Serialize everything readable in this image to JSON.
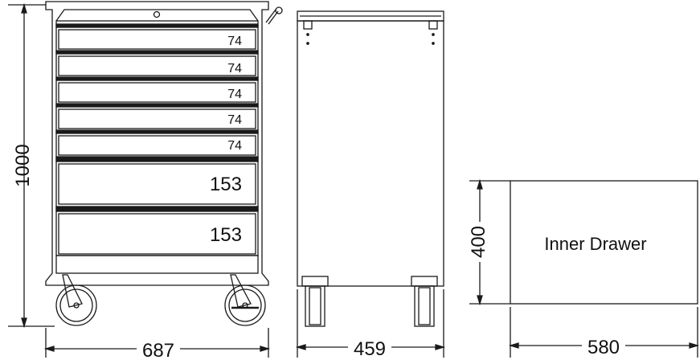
{
  "front_view": {
    "height_dim": "1000",
    "width_dim": "687",
    "drawers": [
      {
        "label": "74"
      },
      {
        "label": "74"
      },
      {
        "label": "74"
      },
      {
        "label": "74"
      },
      {
        "label": "74"
      },
      {
        "label": "153"
      },
      {
        "label": "153"
      }
    ]
  },
  "side_view": {
    "depth_dim": "459"
  },
  "inner_drawer": {
    "label": "Inner Drawer",
    "height_dim": "400",
    "width_dim": "580"
  },
  "colors": {
    "line": "#1a1a1a",
    "background": "#ffffff"
  }
}
